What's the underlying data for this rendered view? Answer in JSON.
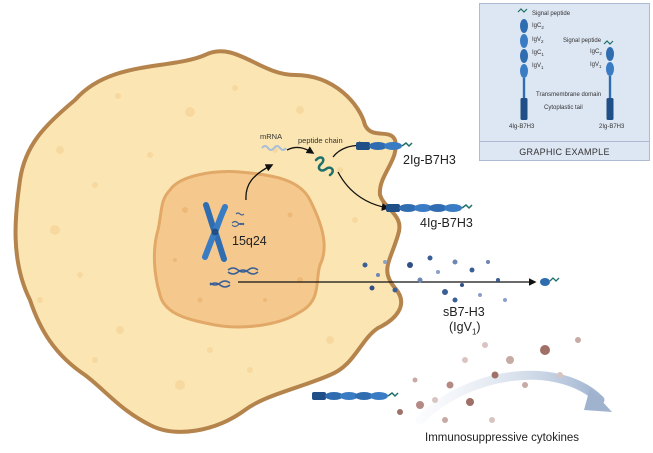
{
  "labels": {
    "mrna": "mRNA",
    "peptide_chain": "peptide chain",
    "locus": "15q24",
    "isoform_2ig": "2Ig-B7H3",
    "isoform_4ig": "4Ig-B7H3",
    "soluble": "sB7-H3",
    "soluble_domain_open": "(IgV",
    "soluble_domain_sub": "1",
    "soluble_domain_close": ")",
    "cytokines": "Immunosuppressive cytokines"
  },
  "legend": {
    "title": "GRAPHIC EXAMPLE",
    "signal_peptide_left": "Signal peptide",
    "signal_peptide_right": "Signal peptide",
    "igc2_left": {
      "base": "IgC",
      "sub": "2"
    },
    "igv2_left": {
      "base": "IgV",
      "sub": "2"
    },
    "igc1_left": {
      "base": "IgC",
      "sub": "1"
    },
    "igv1_left": {
      "base": "IgV",
      "sub": "1"
    },
    "igc2_right": {
      "base": "IgC",
      "sub": "2"
    },
    "igv1_right": {
      "base": "IgV",
      "sub": "1"
    },
    "transmembrane": "Transmembrane domain",
    "cytoplastic": "Cytoplastic tail",
    "label_4ig": "4Ig-B7H3",
    "label_2ig": "2Ig-B7H3"
  },
  "colors": {
    "cell_fill": "#fbe6b3",
    "cell_border": "#b5844c",
    "nucleus_fill": "#f5c98e",
    "nucleus_border": "#e2a868",
    "protein_blue": "#2f6db0",
    "protein_dark": "#1f4f86",
    "dna_blue": "#3a5f95",
    "legend_bg": "#dde6f3",
    "cytokine_brown": "#a07068",
    "arrow_grey": "#b8c6da"
  }
}
